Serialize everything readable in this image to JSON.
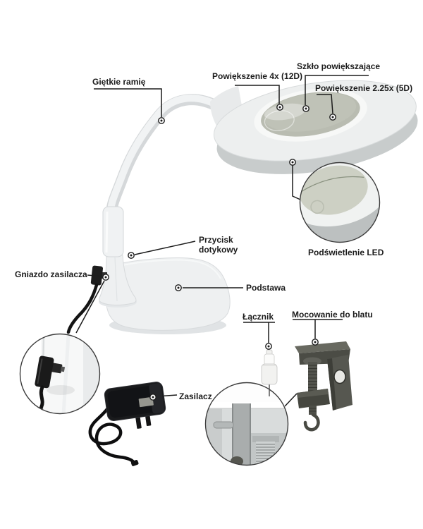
{
  "labels": {
    "flexible_arm": {
      "text": "Giętkie ramię"
    },
    "magnification_4x": {
      "text": "Powiększenie 4x (12D)"
    },
    "magnifying_glass": {
      "text": "Szkło powiększające"
    },
    "magnification_225x": {
      "text": "Powiększenie 2.25x (5D)"
    },
    "touch_button": {
      "text": "Przycisk dotykowy"
    },
    "led_backlight": {
      "text": "Podświetlenie LED"
    },
    "power_socket": {
      "text": "Gniazdo zasilacza"
    },
    "base": {
      "text": "Podstawa"
    },
    "connector": {
      "text": "Łącznik"
    },
    "table_mount": {
      "text": "Mocowanie do blatu"
    },
    "power_adapter": {
      "text": "Zasilacz"
    }
  },
  "colors": {
    "background": "#ffffff",
    "label_text": "#1b1b1b",
    "callout_line": "#1c1c1c",
    "lamp_white": "#edeff0",
    "lamp_shadow": "#c8cccc",
    "glass_gray": "#b9bcb1",
    "clamp_olive": "#4b4c45",
    "adapter_black": "#191a1c",
    "detail_circle_outline": "#3c3c3c"
  }
}
